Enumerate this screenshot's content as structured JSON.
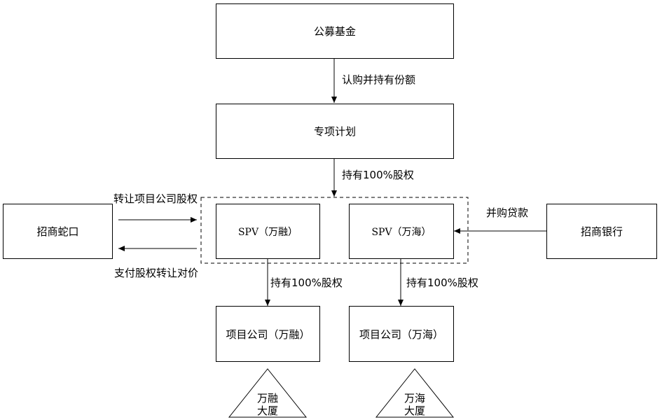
{
  "nodes": {
    "public_fund": "公募基金",
    "special_plan": "专项计划",
    "china_merchants_shekou": "招商蛇口",
    "spv_wanrong": "SPV（万融）",
    "spv_wanhai": "SPV（万海）",
    "china_merchants_bank": "招商银行",
    "project_co_wanrong": "项目公司（万融）",
    "project_co_wanhai": "项目公司（万海）",
    "building_wanrong_line1": "万融",
    "building_wanrong_line2": "大厦",
    "building_wanhai_line1": "万海",
    "building_wanhai_line2": "大厦"
  },
  "edges": {
    "subscribe_and_hold": "认购并持有份额",
    "hold_100_spv": "持有100%股权",
    "transfer_equity": "转让项目公司股权",
    "pay_consideration": "支付股权转让对价",
    "acquisition_loan": "并购贷款",
    "hold_100_wanrong": "持有100%股权",
    "hold_100_wanhai": "持有100%股权"
  }
}
